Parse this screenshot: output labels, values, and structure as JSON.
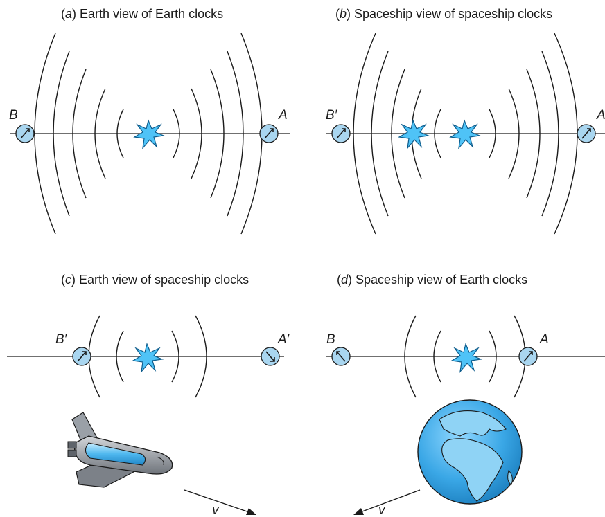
{
  "panels": {
    "a": {
      "letter": "a",
      "text": "Earth view of Earth clocks",
      "left_label": "B",
      "right_label": "A"
    },
    "b": {
      "letter": "b",
      "text": "Spaceship view of spaceship clocks",
      "left_label": "B′",
      "right_label": "A"
    },
    "c": {
      "letter": "c",
      "text": "Earth view of spaceship clocks",
      "left_label": "B′",
      "right_label": "A′"
    },
    "d": {
      "letter": "d",
      "text": "Spaceship view of Earth clocks",
      "left_label": "B",
      "right_label": "A"
    }
  },
  "velocity": {
    "ship_label": "v",
    "earth_label": "v"
  },
  "colors": {
    "clock_fill": "#a9d6f0",
    "flash_fill": "#4fc3f7",
    "earth_ocean": "#3aa7e6",
    "earth_land": "#8fd3f5",
    "ship_body": "#8a8f96",
    "ship_window": "#4fb8ef"
  },
  "icons": {
    "flash": "light-flash-icon",
    "clock": "clock-icon",
    "spaceship": "spaceship-icon",
    "earth": "earth-globe-icon"
  }
}
